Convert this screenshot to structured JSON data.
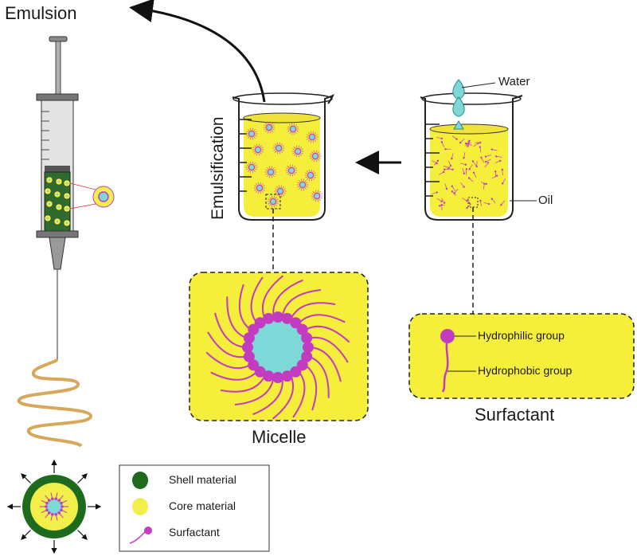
{
  "labels": {
    "emulsion": "Emulsion",
    "emulsification": "Emulsification",
    "water": "Water",
    "oil": "Oil",
    "micelle": "Micelle",
    "surfactant": "Surfactant",
    "hydrophilic_group": "Hydrophilic group",
    "hydrophobic_group": "Hydrophobic group"
  },
  "legend": {
    "items": [
      {
        "label": "Shell material",
        "color": "#1e6b1e"
      },
      {
        "label": "Core material",
        "color": "#f2ef4a"
      },
      {
        "label": "Surfactant",
        "color": "#c23bc0"
      }
    ]
  },
  "colors": {
    "oil_yellow": "#f5ee3a",
    "water_cyan": "#7fd8d8",
    "surfactant_magenta": "#c23bc0",
    "shell_green": "#1e6b1e",
    "fiber_tan": "#d8a85a"
  }
}
